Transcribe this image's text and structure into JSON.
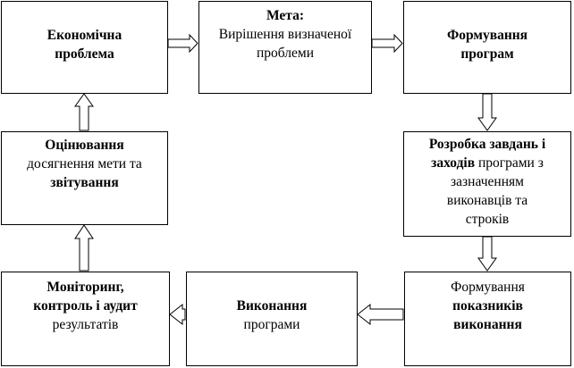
{
  "boxes": {
    "problem": {
      "lines": [
        [
          {
            "t": "Економічна",
            "b": true
          }
        ],
        [
          {
            "t": "проблема",
            "b": true
          }
        ]
      ]
    },
    "goal": {
      "lines": [
        [
          {
            "t": "Мета:",
            "b": true
          }
        ],
        [
          {
            "t": "Вирішення визначеної",
            "b": false
          }
        ],
        [
          {
            "t": "проблеми",
            "b": false
          }
        ]
      ]
    },
    "programs": {
      "lines": [
        [
          {
            "t": "Формування",
            "b": true
          }
        ],
        [
          {
            "t": "програм",
            "b": true
          }
        ]
      ]
    },
    "tasks": {
      "lines": [
        [
          {
            "t": "Розробка завдань і",
            "b": true
          }
        ],
        [
          {
            "t": "заходів",
            "b": true
          },
          {
            "t": " програми з",
            "b": false
          }
        ],
        [
          {
            "t": "зазначенням",
            "b": false
          }
        ],
        [
          {
            "t": "виконавців та",
            "b": false
          }
        ],
        [
          {
            "t": "строків",
            "b": false
          }
        ]
      ]
    },
    "indicators": {
      "lines": [
        [
          {
            "t": "Формування",
            "b": false
          }
        ],
        [
          {
            "t": "показників",
            "b": true
          }
        ],
        [
          {
            "t": "виконання",
            "b": true
          }
        ]
      ]
    },
    "execution": {
      "lines": [
        [
          {
            "t": "Виконання",
            "b": true
          }
        ],
        [
          {
            "t": "програми",
            "b": false
          }
        ]
      ]
    },
    "monitoring": {
      "lines": [
        [
          {
            "t": "Моніторинг,",
            "b": true
          }
        ],
        [
          {
            "t": "контроль і аудит",
            "b": true
          }
        ],
        [
          {
            "t": "результатів",
            "b": false
          }
        ]
      ]
    },
    "evaluation": {
      "lines": [
        [
          {
            "t": "Оцінювання",
            "b": true
          }
        ],
        [
          {
            "t": "досягнення мети та",
            "b": false
          }
        ],
        [
          {
            "t": "звітування",
            "b": true
          }
        ]
      ]
    }
  }
}
